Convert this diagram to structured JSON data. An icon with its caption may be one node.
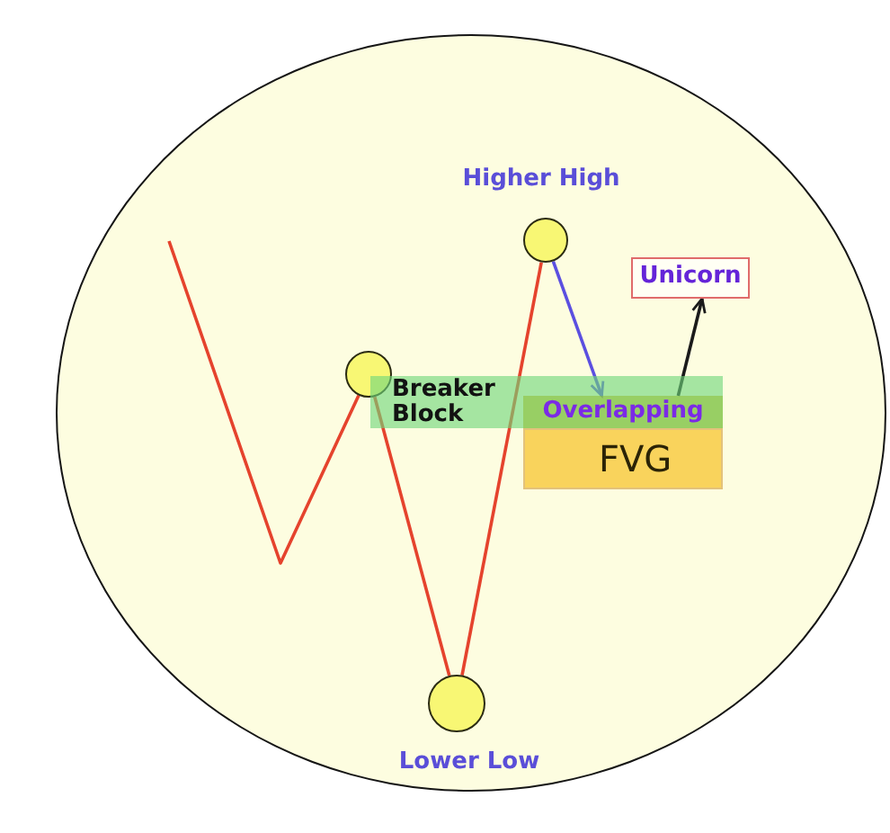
{
  "diagram": {
    "nodes": [
      {
        "text": [],
        "shape": "circle"
      },
      {
        "text": [],
        "shape": "circle",
        "in": 0,
        "beside": [
          "Higher High"
        ]
      },
      {
        "text": [
          "Unicorn"
        ],
        "in": 0
      },
      {
        "text": [],
        "shape": "circle",
        "in": 0
      },
      {
        "text": [
          "Breaker Block"
        ],
        "in": 0
      },
      {
        "text": [
          "Overlapping"
        ],
        "in": 4
      },
      {
        "text": [
          "FVG"
        ],
        "in": 0
      },
      {
        "text": [],
        "shape": "circle",
        "in": 0,
        "beside": [
          "Lower Low"
        ]
      }
    ],
    "edges": [
      {
        "from": null,
        "to": 3,
        "arrow": "none"
      },
      {
        "from": 3,
        "to": 7,
        "arrow": "none"
      },
      {
        "from": 7,
        "to": 1,
        "arrow": "none"
      },
      {
        "from": 1,
        "to": 5,
        "arrow": "to",
        "color": "#5b4fe0"
      },
      {
        "from": 5,
        "to": 2,
        "arrow": "to",
        "color": "#1a1a1a"
      }
    ]
  }
}
